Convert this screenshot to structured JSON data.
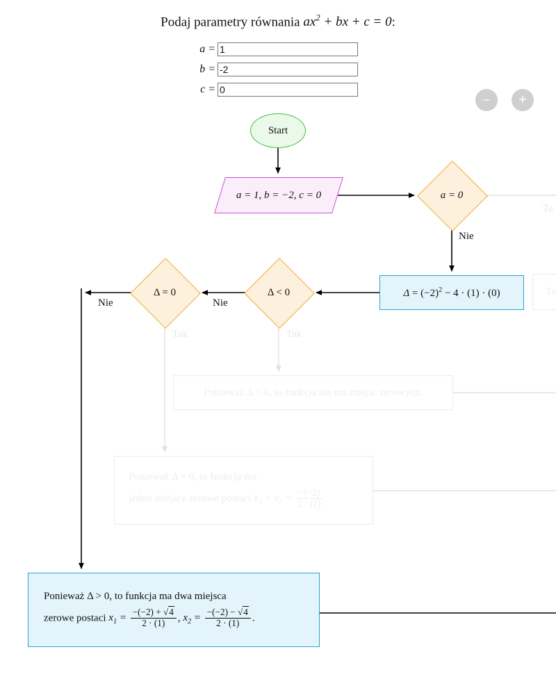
{
  "header": {
    "title_prefix": "Podaj parametry równania ",
    "title_equation": "ax² + bx + c = 0",
    "title_suffix": ":",
    "title_full": "Podaj parametry równania ax^2 + bx + c = 0:"
  },
  "params": [
    {
      "label": "a =",
      "value": "1",
      "name": "coefficient-a"
    },
    {
      "label": "b =",
      "value": "-2",
      "name": "coefficient-b"
    },
    {
      "label": "c =",
      "value": "0",
      "name": "coefficient-c"
    }
  ],
  "zoom_controls": {
    "zoom_out_label": "−",
    "zoom_in_label": "+",
    "button_color": "#cfcfcf"
  },
  "flowchart": {
    "colors": {
      "start_border": "#3fc13f",
      "start_fill": "#eaf9ea",
      "io_border": "#cf4ccf",
      "io_fill": "#fbeefb",
      "decision_border": "#f0a937",
      "decision_fill": "#fdf0dd",
      "process_border": "#29a3ce",
      "process_fill": "#e4f4fb",
      "faded_text": "#ededed",
      "faded_border": "#ececec",
      "edge": "#000000",
      "edge_dim": "#e0e0e0"
    },
    "nodes": {
      "start": "Start",
      "io_params": "a = 1, b = −2, c = 0",
      "decision_a_zero": "a = 0",
      "decision_delta_lt": "Δ < 0",
      "decision_delta_eq": "Δ = 0",
      "process_delta": "Δ = (−2)² − 4 · (1) · (0)",
      "result_no_roots": "Ponieważ Δ < 0, to funkcja nie ma miejsc zerowych.",
      "result_one_root_line1": "Ponieważ Δ = 0, to funkcja ma",
      "result_one_root_line2_prefix": "jedno miejsce zerowe postaci ",
      "result_one_root_x": "x₁ = x₂ = ",
      "result_one_root_num": "−(−2)",
      "result_one_root_den": "2 · (1)",
      "result_two_roots_line1": "Ponieważ Δ > 0, to funkcja ma dwa miejsca",
      "result_two_roots_line2_prefix": "zerowe postaci ",
      "result_two_roots_x1": "x₁ = ",
      "result_two_roots_num1_a": "−(−2) + ",
      "result_two_roots_radicand1": "4",
      "result_two_roots_den1": "2 · (1)",
      "result_two_roots_sep": ", ",
      "result_two_roots_x2": "x₂ = ",
      "result_two_roots_num2_a": "−(−2) − ",
      "result_two_roots_radicand2": "4",
      "result_two_roots_den2": "2 · (1)",
      "clipped_right_box": "To"
    },
    "edge_labels": {
      "a_zero_no": "Nie",
      "a_zero_yes": "Ta",
      "delta_lt_no": "Nie",
      "delta_lt_yes": "Tak",
      "delta_eq_no": "Nie",
      "delta_eq_yes": "Tak"
    }
  }
}
